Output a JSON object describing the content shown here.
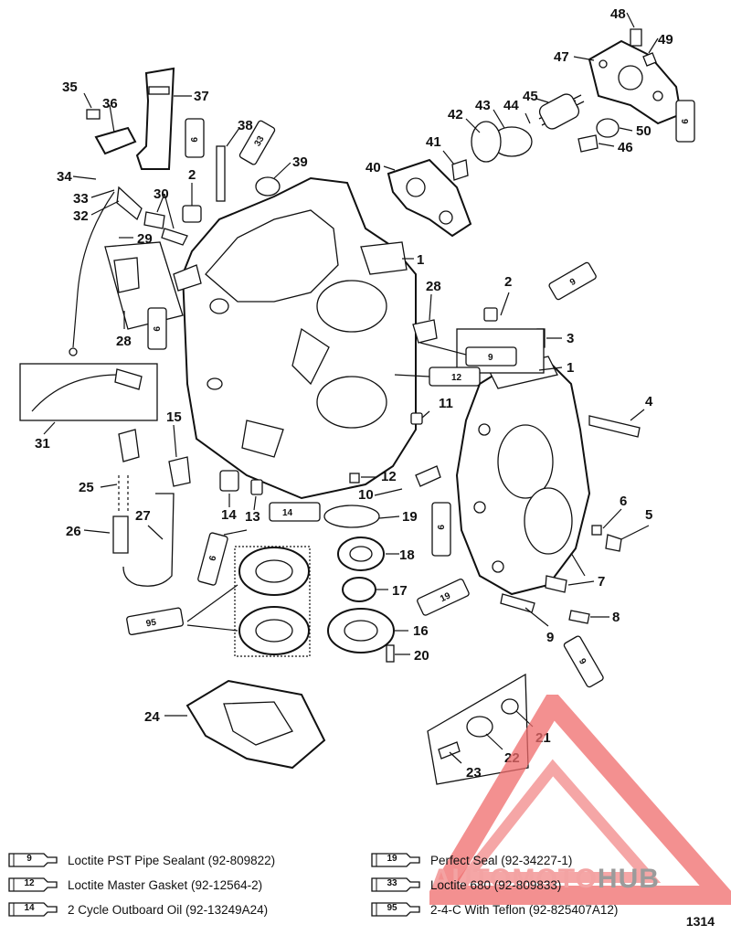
{
  "callouts": {
    "c48": "48",
    "c49": "49",
    "c47": "47",
    "c35": "35",
    "c36": "36",
    "c37": "37",
    "c45": "45",
    "c43": "43",
    "c44": "44",
    "c42": "42",
    "c50": "50",
    "c46": "46",
    "c41": "41",
    "c40": "40",
    "c38": "38",
    "c39": "39",
    "c2a": "2",
    "c34": "34",
    "c33": "33",
    "c30": "30",
    "c32": "32",
    "c29": "29",
    "c1a": "1",
    "c28a": "28",
    "c28b": "28",
    "c2b": "2",
    "c3": "3",
    "c1b": "1",
    "c31": "31",
    "c11": "11",
    "c4": "4",
    "c15": "15",
    "c12": "12",
    "c25": "25",
    "c10": "10",
    "c6": "6",
    "c14": "14",
    "c13": "13",
    "c19a": "19",
    "c5": "5",
    "c27": "27",
    "c26": "26",
    "c18": "18",
    "c17": "17",
    "c7": "7",
    "c8": "8",
    "c16": "16",
    "c9a": "9",
    "c20": "20",
    "c24": "24",
    "c21": "21",
    "c22": "22",
    "c23": "23"
  },
  "tubes": {
    "t9a": "9",
    "t33": "33",
    "t9b": "9",
    "t9c": "9",
    "t9d": "9",
    "t9e": "9",
    "t12": "12",
    "t14": "14",
    "t9f": "9",
    "t9g": "9",
    "t19": "19",
    "t95": "95",
    "t9h": "9",
    "t9i": "9"
  },
  "legend": [
    {
      "num": "9",
      "text": "Loctite PST Pipe Sealant (92-809822)"
    },
    {
      "num": "12",
      "text": "Loctite Master Gasket (92-12564-2)"
    },
    {
      "num": "14",
      "text": "2 Cycle Outboard Oil (92-13249A24)"
    },
    {
      "num": "19",
      "text": "Perfect Seal (92-34227-1)"
    },
    {
      "num": "33",
      "text": "Loctite 680 (92-809833)"
    },
    {
      "num": "95",
      "text": "2-4-C With Teflon (92-825407A12)"
    }
  ],
  "figure_number": "1314",
  "watermark": {
    "auto": "AUTOMOTO",
    "hub": "HUB"
  },
  "colors": {
    "line": "#111111",
    "watermark_red": "#ef6b6b",
    "watermark_gray": "#9b9b9b"
  }
}
